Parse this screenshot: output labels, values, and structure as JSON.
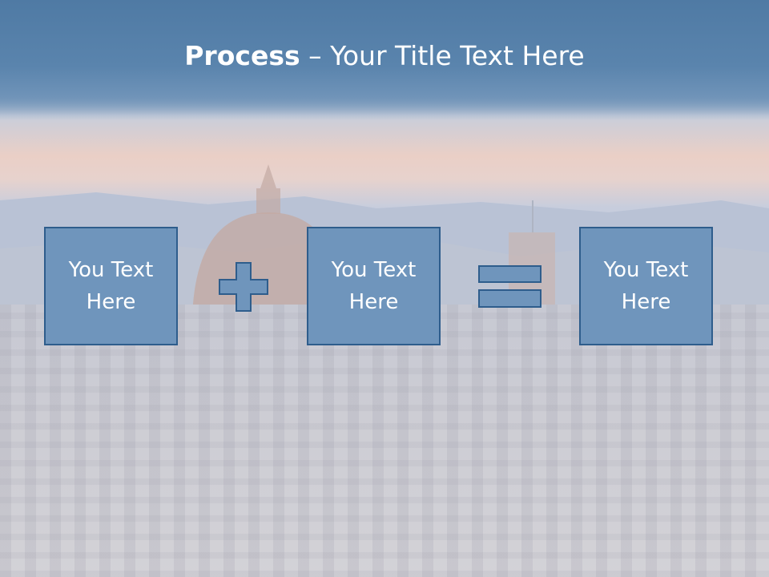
{
  "title": {
    "bold": "Process",
    "rest": " – Your Title Text Here"
  },
  "boxes": [
    {
      "text": "You Text Here"
    },
    {
      "text": "You Text Here"
    },
    {
      "text": "You Text Here"
    }
  ],
  "operators": [
    "plus-icon",
    "equals-icon"
  ],
  "colors": {
    "box_fill": "#6f95bc",
    "box_border": "#2e5d8c",
    "header": "#577ea6",
    "text": "#ffffff"
  }
}
